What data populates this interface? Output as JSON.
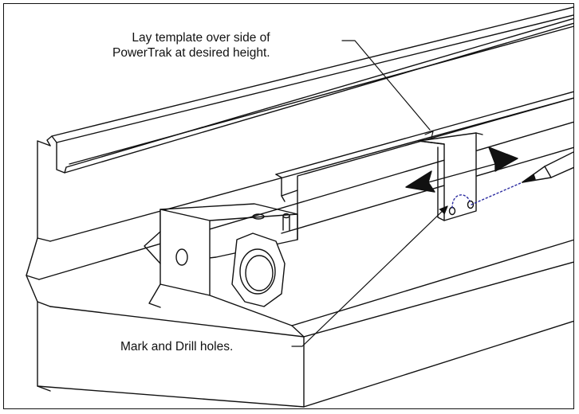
{
  "callouts": {
    "template_line1": "Lay template over side of",
    "template_line2": "PowerTrak at desired height.",
    "mark_drill": "Mark and Drill holes."
  }
}
